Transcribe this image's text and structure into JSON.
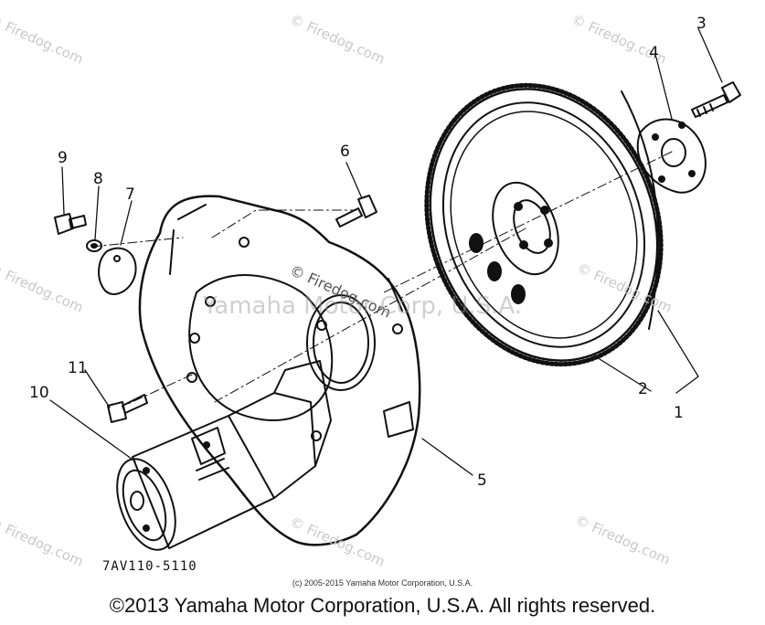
{
  "watermarks": {
    "small": "© Firedog.com",
    "center": "© Firedog.com",
    "overlay": "Yamaha Motor Corp, U.S.A."
  },
  "callouts": [
    "1",
    "2",
    "3",
    "4",
    "5",
    "6",
    "7",
    "8",
    "9",
    "10",
    "11"
  ],
  "part_code": "7AV110-5110",
  "fine_print": "(c) 2005-2015 Yamaha Motor Corporation, U.S.A.",
  "copyright": "©2013 Yamaha Motor Corporation, U.S.A. All rights reserved.",
  "colors": {
    "line": "#111111",
    "watermark": "#c9c9c9"
  }
}
